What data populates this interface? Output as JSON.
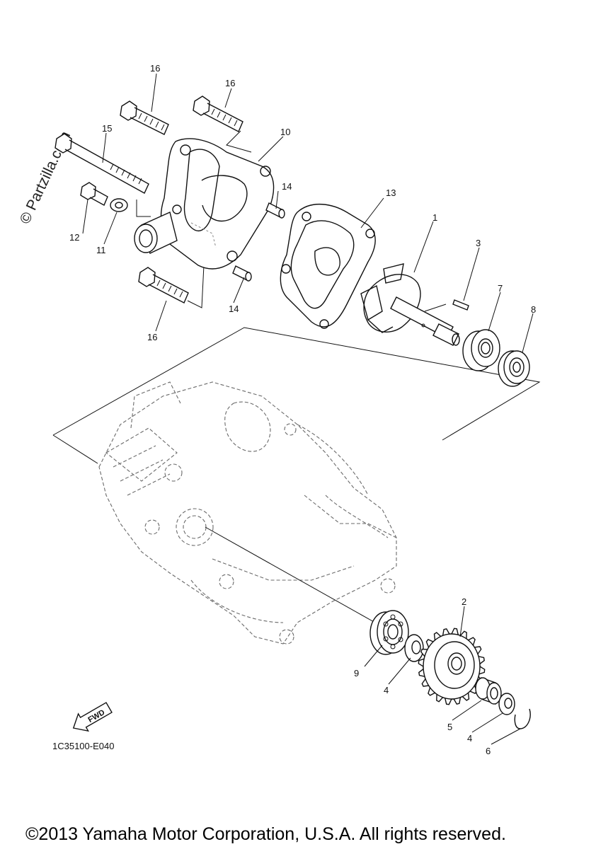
{
  "watermark": "© Partzilla.com",
  "diagram_code": "1C35100-E040",
  "fwd_label": "FWD",
  "copyright": "©2013 Yamaha Motor Corporation, U.S.A. All rights reserved.",
  "callouts": {
    "c1": "1",
    "c2": "2",
    "c3": "3",
    "c4a": "4",
    "c4b": "4",
    "c5": "5",
    "c6": "6",
    "c7": "7",
    "c8": "8",
    "c9": "9",
    "c10": "10",
    "c11": "11",
    "c12": "12",
    "c13": "13",
    "c14a": "14",
    "c14b": "14",
    "c15": "15",
    "c16a": "16",
    "c16b": "16",
    "c16c": "16"
  }
}
